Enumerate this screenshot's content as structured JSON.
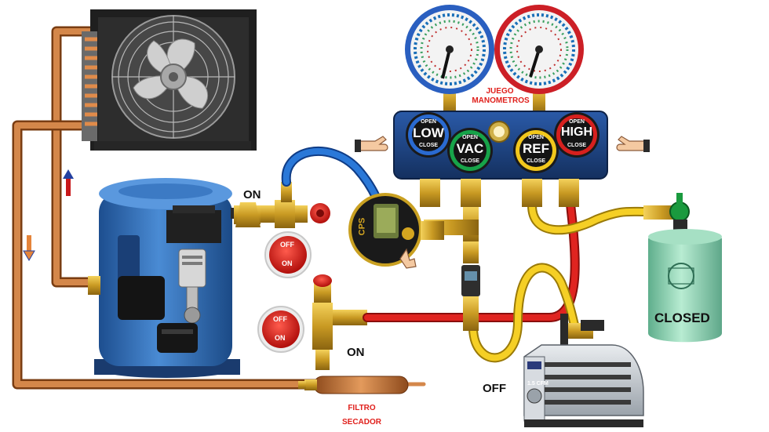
{
  "labels": {
    "on_top": "ON",
    "on_bottom": "ON",
    "off_pump": "OFF",
    "closed": "CLOSED",
    "juego": "JUEGO",
    "manometros": "MANOMETROS",
    "filtro": "FILTRO",
    "secador": "SECADOR"
  },
  "manifold": {
    "low": "LOW",
    "vac": "VAC",
    "ref": "REF",
    "high": "HIGH",
    "open": "OPEN",
    "close": "CLOSE"
  },
  "switches": {
    "off": "OFF",
    "on": "ON"
  },
  "device": {
    "brand": "CPS"
  },
  "pump": {
    "model": "1.5 CFM"
  },
  "colors": {
    "copper": "#c0753a",
    "compressor_blue": "#2f6fb5",
    "manifold_blue": "#1e3f7a",
    "low_blue": "#2a66c9",
    "vac_green": "#18a04a",
    "ref_yellow": "#f2c71c",
    "high_red": "#d8201e",
    "hose_blue": "#1e63c8",
    "hose_red": "#e0201c",
    "hose_yellow": "#f2c71c",
    "tank_green": "#8ed3b4"
  }
}
